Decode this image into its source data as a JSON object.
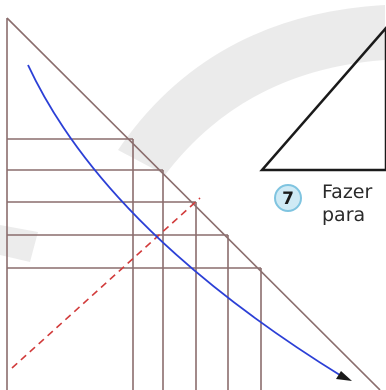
{
  "instruction": {
    "step_number": "7",
    "line1": "Fazer",
    "line2": "para"
  },
  "colors": {
    "paper_edge": "#8a6d6d",
    "outline": "#222222",
    "arrow": "#2b3fd6",
    "dashed_line": "#d13a3a",
    "swoosh": "#e9e9e9",
    "badge_fill": "#cfeaf5",
    "badge_ring": "#7fc4e0"
  },
  "icons": {
    "step_badge": "circle-number-icon",
    "fold_arrow": "curved-arrow-icon"
  }
}
